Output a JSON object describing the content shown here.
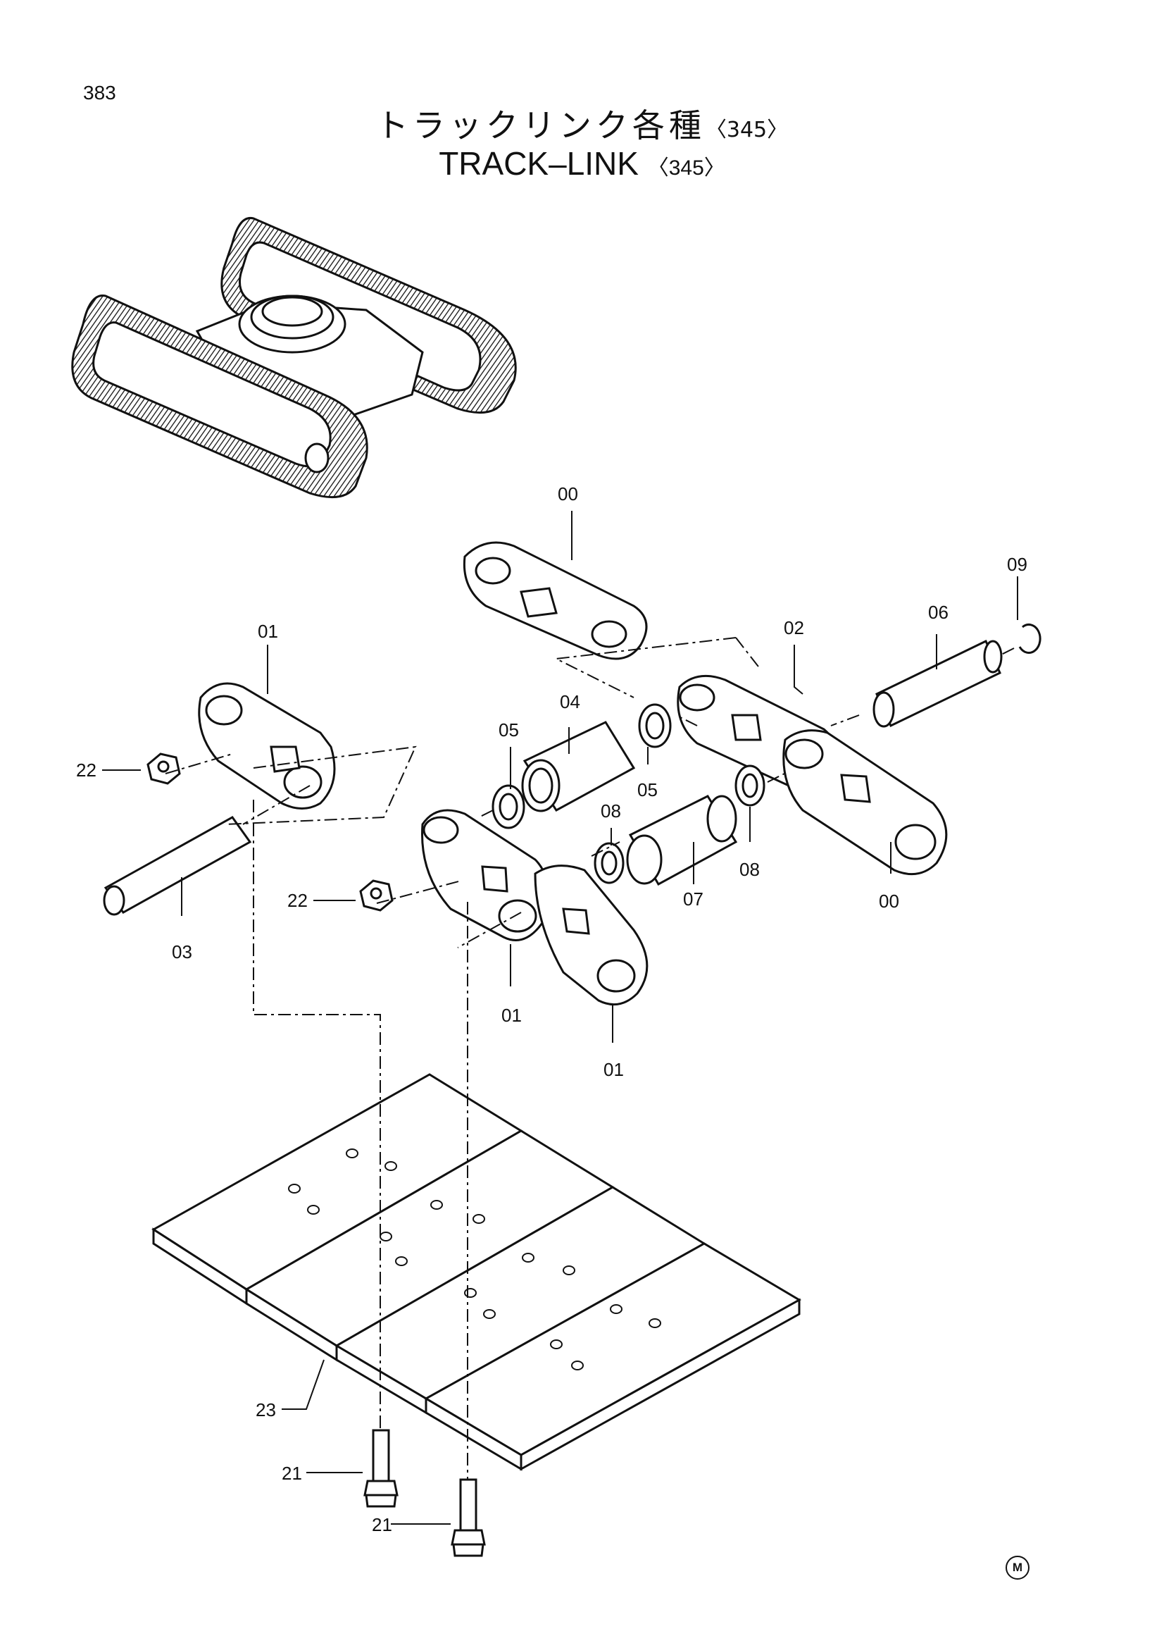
{
  "page_number": "383",
  "title_ja": "トラックリンク各種",
  "title_en": "TRACK–LINK",
  "model_code": "〈345〉",
  "corner_mark": "M",
  "callouts": {
    "c00_top": "00",
    "c00_right": "00",
    "c01_left": "01",
    "c01_mid": "01",
    "c01_low": "01",
    "c02": "02",
    "c03": "03",
    "c04": "04",
    "c05_left": "05",
    "c05_right": "05",
    "c06": "06",
    "c07": "07",
    "c08_left": "08",
    "c08_right": "08",
    "c09": "09",
    "c21_upper": "21",
    "c21_lower": "21",
    "c22_upper": "22",
    "c22_lower": "22",
    "c23": "23"
  }
}
